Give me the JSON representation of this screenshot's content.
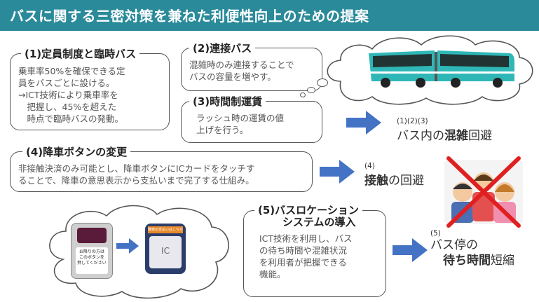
{
  "title": "バスに関する三密対策を兼ねた利便性向上のための提案",
  "boxes": {
    "b1": {
      "title": "(1)定員制度と臨時バス",
      "text": "乗車率50%を確保できる定\n員をバスごとに設ける。\n→ICT技術により乗車率を\n　把握し、45%を超えた\n　時点で臨時バスの発動。"
    },
    "b2": {
      "title": "(2)連接バス",
      "text": "混雑時のみ連接することで\nバスの容量を増やす。"
    },
    "b3": {
      "title": "(3)時間制運賃",
      "text": "ラッシュ時の運賃の値\n上げを行う。"
    },
    "b4": {
      "title": "(4)降車ボタンの変更",
      "text": "非接触決済のみ可能とし、降車ボタンにICカードをタッチす\nることで、降車の意思表示から支払いまで完了する仕組み。"
    },
    "b5": {
      "title_line1": "(5)バスロケーション",
      "title_line2": "システムの導入",
      "text": "ICT技術を利用し、バス\nの待ち時間や混雑状況\nを利用者が把握できる\n機能。"
    }
  },
  "results": {
    "r1": {
      "num": "(1)(2)(3)",
      "pre": "バス内の",
      "bold": "混雑",
      "post": "回避"
    },
    "r2": {
      "num": "(4)",
      "bold": "接触",
      "post": "の回避"
    },
    "r3": {
      "num": "(5)",
      "line1": "バス停の",
      "bold": "待ち時間",
      "post": "短縮"
    }
  },
  "button_illustration": {
    "old_text": "お降りの方は\nこのボタンを\n押してください",
    "new_header": "降車の支払いはこちら",
    "new_label": "IC"
  },
  "colors": {
    "header": "#2a8a9a",
    "arrow": "#4472c4",
    "bus": "#2fb7b7",
    "cross": "#e02020"
  }
}
